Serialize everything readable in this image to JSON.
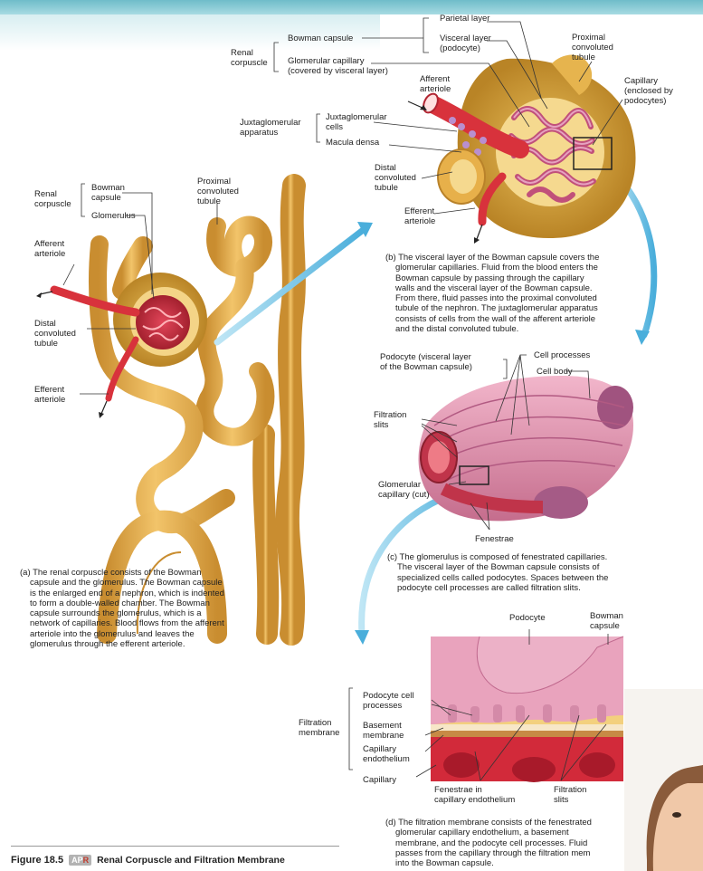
{
  "labels": {
    "b_renal_corpuscle": [
      "Renal",
      "corpuscle"
    ],
    "b_bowman_capsule": "Bowman capsule",
    "b_glomerular_capillary": [
      "Glomerular capillary",
      "(covered by visceral layer)"
    ],
    "b_parietal_layer": "Parietal layer",
    "b_visceral_layer": [
      "Visceral layer",
      "(podocyte)"
    ],
    "b_proximal": [
      "Proximal",
      "convoluted",
      "tubule"
    ],
    "b_afferent": [
      "Afferent",
      "arteriole"
    ],
    "b_capillary_enclosed": [
      "Capillary",
      "(enclosed by",
      "podocytes)"
    ],
    "b_jga": [
      "Juxtaglomerular",
      "apparatus"
    ],
    "b_jg_cells": [
      "Juxtaglomerular",
      "cells"
    ],
    "b_macula_densa": "Macula densa",
    "b_distal": [
      "Distal",
      "convoluted",
      "tubule"
    ],
    "b_efferent": [
      "Efferent",
      "arteriole"
    ],
    "a_renal_corpuscle": [
      "Renal",
      "corpuscle"
    ],
    "a_bowman_capsule": [
      "Bowman",
      "capsule"
    ],
    "a_glomerulus": "Glomerulus",
    "a_proximal": [
      "Proximal",
      "convoluted",
      "tubule"
    ],
    "a_afferent": [
      "Afferent",
      "arteriole"
    ],
    "a_distal": [
      "Distal",
      "convoluted",
      "tubule"
    ],
    "a_efferent": [
      "Efferent",
      "arteriole"
    ],
    "c_podocyte": [
      "Podocyte (visceral layer",
      "of the Bowman capsule)"
    ],
    "c_cell_processes": "Cell processes",
    "c_cell_body": "Cell body",
    "c_filtration_slits": [
      "Filtration",
      "slits"
    ],
    "c_glomerular_cut": [
      "Glomerular",
      "capillary (cut)"
    ],
    "c_fenestrae": "Fenestrae",
    "d_podocyte": "Podocyte",
    "d_bowman_capsule": [
      "Bowman",
      "capsule"
    ],
    "d_filtration_membrane": [
      "Filtration",
      "membrane"
    ],
    "d_podocyte_cell_processes": [
      "Podocyte cell",
      "processes"
    ],
    "d_basement_membrane": [
      "Basement",
      "membrane"
    ],
    "d_capillary_endothelium": [
      "Capillary",
      "endothelium"
    ],
    "d_capillary": "Capillary",
    "d_fenestrae_endo": [
      "Fenestrae in",
      "capillary endothelium"
    ],
    "d_filtration_slits": [
      "Filtration",
      "slits"
    ]
  },
  "captions": {
    "a": [
      "(a) The renal corpuscle consists of the Bowman",
      "capsule and the glomerulus. The Bowman capsule",
      "is the enlarged end of a nephron, which is indented",
      "to form a double-walled chamber. The Bowman",
      "capsule surrounds the glomerulus, which is a",
      "network of capillaries. Blood flows from the afferent",
      "arteriole into the glomerulus and leaves the",
      "glomerulus through the efferent arteriole."
    ],
    "b": [
      "(b) The visceral layer of the Bowman capsule covers the",
      "glomerular capillaries. Fluid from the blood enters the",
      "Bowman capsule by passing through the capillary",
      "walls and the visceral layer of the Bowman capsule.",
      "From there, fluid passes into the proximal convoluted",
      "tubule of the nephron. The juxtaglomerular apparatus",
      "consists of cells from the wall of the afferent arteriole",
      "and the distal convoluted tubule."
    ],
    "c": [
      "(c) The glomerulus is composed of fenestrated capillaries.",
      "The visceral layer of the Bowman capsule consists of",
      "specialized cells called podocytes. Spaces between the",
      "podocyte cell processes are called filtration slits."
    ],
    "d": [
      "(d) The filtration membrane consists of the fenestrated",
      "glomerular capillary endothelium, a basement",
      "membrane, and the podocyte cell processes. Fluid",
      "passes from the capillary through the filtration mem",
      "into the Bowman capsule."
    ]
  },
  "figure": {
    "number": "Figure 18.5",
    "badge_a": "AP",
    "badge_b": "R",
    "title": "Renal Corpuscle and Filtration Membrane"
  },
  "colors": {
    "tubule": "#e8b04a",
    "tubule_dark": "#b9822a",
    "artery_red": "#d8323c",
    "capsule_tan": "#d9a63e",
    "podocyte_pink": "#e7a0b8",
    "arrow_blue": "#5fb7df"
  }
}
